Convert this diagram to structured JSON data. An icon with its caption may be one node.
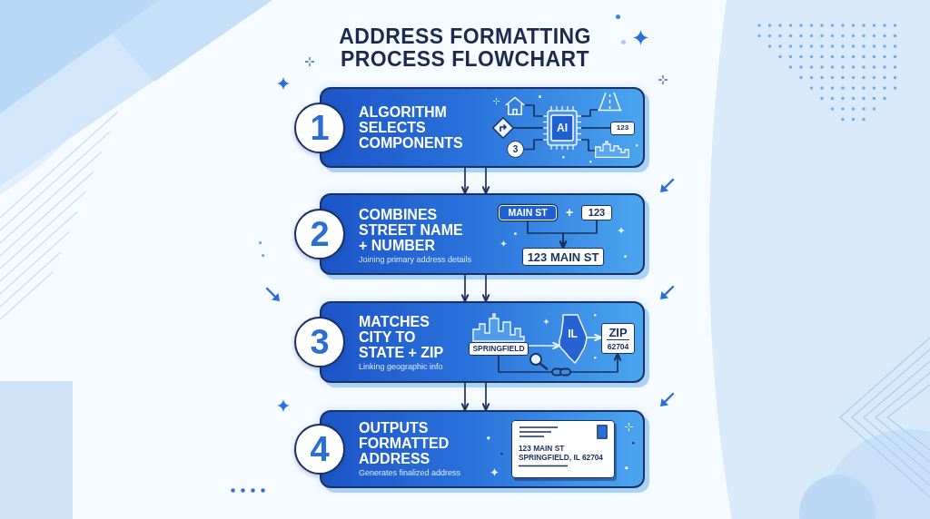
{
  "diagram": {
    "title": "ADDRESS FORMATTING PROCESS FLOWCHART",
    "nodes": [
      {
        "text": [
          "1"
        ]
      },
      {
        "text": [
          "ALGORITHM SELECTS COMPONENTS"
        ]
      },
      {
        "text": [
          "AI"
        ],
        "in": 1
      },
      {
        "text": [],
        "shape": "picture",
        "in": 1
      },
      {
        "text": [],
        "shape": "picture",
        "in": 1
      },
      {
        "text": [
          "3"
        ],
        "in": 1
      },
      {
        "text": [],
        "shape": "picture",
        "in": 1
      },
      {
        "text": [
          "123"
        ],
        "in": 1
      },
      {
        "text": [],
        "shape": "picture",
        "in": 1
      },
      {
        "text": [
          "2"
        ]
      },
      {
        "text": [
          "COMBINES STREET NAME + NUMBER",
          "Joining primary address details"
        ]
      },
      {
        "text": [
          "MAIN ST"
        ],
        "in": 10
      },
      {
        "text": [
          "123"
        ],
        "in": 10
      },
      {
        "text": [
          "123 MAIN ST"
        ],
        "in": 10
      },
      {
        "text": [
          "3"
        ]
      },
      {
        "text": [
          "MATCHES CITY TO STATE + ZIP",
          "Linking geographic info"
        ]
      },
      {
        "text": [
          "SPRINGFIELD"
        ],
        "in": 15
      },
      {
        "text": [
          "IL"
        ],
        "in": 15
      },
      {
        "text": [
          "ZIP",
          "62704"
        ],
        "in": 15
      },
      {
        "text": [
          "4"
        ]
      },
      {
        "text": [
          "OUTPUTS FORMATTED ADDRESS",
          "Generates finalized address"
        ]
      },
      {
        "text": [
          "123 MAIN ST SPRINGFIELD, IL 62704"
        ],
        "in": 20
      }
    ],
    "edges": [
      {
        "from": 2,
        "to": 3,
        "arrow": "none"
      },
      {
        "from": 2,
        "to": 4,
        "arrow": "none"
      },
      {
        "from": 2,
        "to": 5,
        "arrow": "none"
      },
      {
        "from": 2,
        "to": 6,
        "arrow": "none"
      },
      {
        "from": 2,
        "to": 7,
        "arrow": "none"
      },
      {
        "from": 2,
        "to": 8,
        "arrow": "none"
      },
      {
        "from": 1,
        "to": 10,
        "arrow": "to"
      },
      {
        "from": 1,
        "to": 10,
        "arrow": "to"
      },
      {
        "from": 11,
        "to": 13,
        "arrow": "to"
      },
      {
        "from": 12,
        "to": 13,
        "arrow": "to"
      },
      {
        "from": 10,
        "to": 15,
        "arrow": "to"
      },
      {
        "from": 10,
        "to": 15,
        "arrow": "to"
      },
      {
        "from": 16,
        "to": 17,
        "arrow": "to",
        "color": "#eaf4ff"
      },
      {
        "from": 17,
        "to": 18,
        "arrow": "to",
        "color": "#eaf4ff"
      },
      {
        "from": 16,
        "to": 18,
        "arrow": "to"
      },
      {
        "from": 15,
        "to": 20,
        "arrow": "to"
      },
      {
        "from": 15,
        "to": 20,
        "arrow": "to"
      }
    ],
    "labels": [
      "+"
    ]
  }
}
